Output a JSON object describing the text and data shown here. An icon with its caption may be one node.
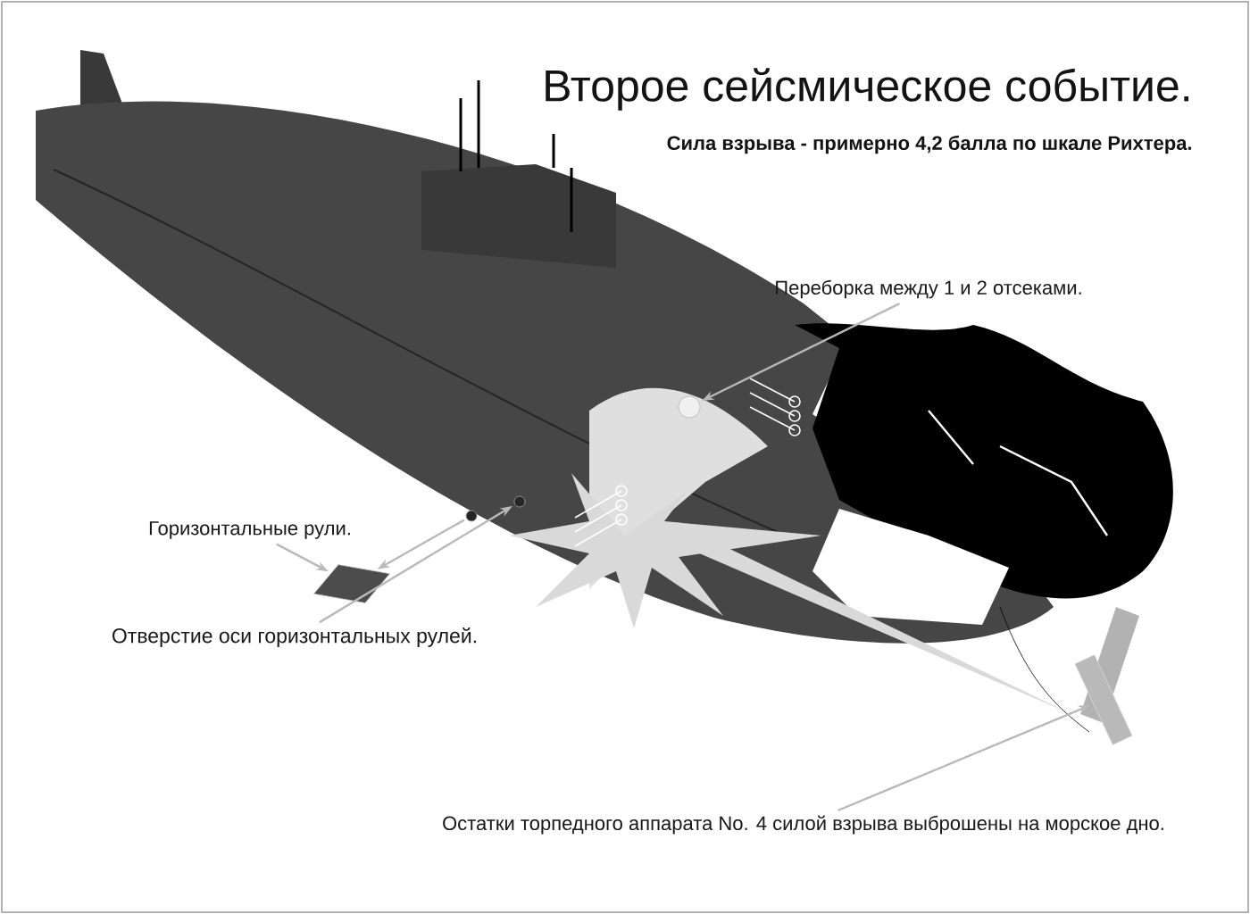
{
  "diagram": {
    "title": "Второе сейсмическое событие.",
    "nodes": [
      {
        "text": [
          "Переборка между 1 и 2 отсеками."
        ]
      },
      {
        "text": [],
        "shape": "circle"
      },
      {
        "text": [
          "Горизонтальные рули."
        ]
      },
      {
        "text": [],
        "shape": "picture"
      },
      {
        "text": [],
        "shape": "circle"
      },
      {
        "text": [
          "Отверстие оси горизонтальных рулей."
        ]
      },
      {
        "text": [],
        "shape": "circle"
      },
      {
        "text": [
          "Остатки торпедного аппарата No. 4 силой взрыва выброшены на морское дно."
        ]
      },
      {
        "text": [],
        "shape": "picture"
      }
    ],
    "edges": [
      {
        "from": 0,
        "to": 1,
        "arrow": "to"
      },
      {
        "from": 2,
        "to": 3,
        "arrow": "to"
      },
      {
        "from": 4,
        "to": 3,
        "arrow": "to"
      },
      {
        "from": 5,
        "to": 6,
        "arrow": "to"
      },
      {
        "from": 7,
        "to": 8,
        "arrow": "to"
      }
    ],
    "labels": [
      "Сила взрыва - примерно 4,2 балла по шкале Рихтера."
    ]
  }
}
